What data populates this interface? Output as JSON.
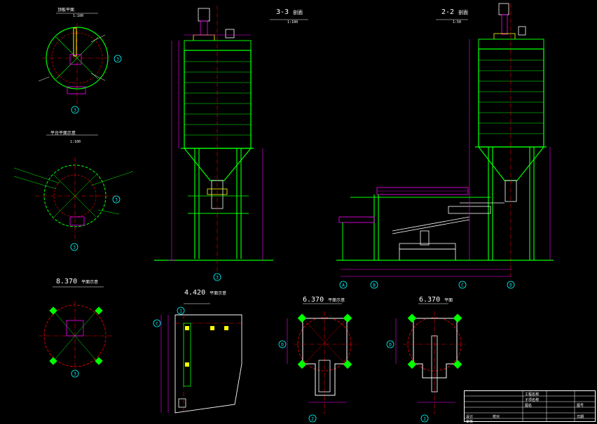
{
  "view_titles": {
    "section_3_3": "3-3",
    "section_3_3_word": "剖面",
    "section_2_2": "2-2",
    "section_2_2_word": "剖面",
    "plan_8370": "8.370",
    "plan_8370_word": "平面示意",
    "plan_4420": "4.420",
    "plan_4420_word": "平面示意",
    "plan_6370_a": "6.370",
    "plan_6370_a_word": "平面示意",
    "plan_6370_b": "6.370",
    "plan_6370_b_word": "平面",
    "top_plan_word": "顶板平面",
    "mid_plan_word": "平台平面示意",
    "scale_100": "1:100",
    "scale_50": "1:50"
  },
  "grid_axes": [
    "A",
    "B",
    "C",
    "D",
    "1",
    "2",
    "3"
  ],
  "colors": {
    "background": "#000000",
    "structure": "#00ff00",
    "dimension": "#ff00ff",
    "center_line": "#ff0000",
    "annotation": "#ffffff",
    "highlight": "#ffff00",
    "axis_bubble": "#00ffff"
  },
  "title_block": {
    "rows": [
      "工程名称",
      "子项名称",
      "图名",
      "设计",
      "校对",
      "审核"
    ],
    "drawing_no_label": "图号",
    "date_label": "日期"
  }
}
